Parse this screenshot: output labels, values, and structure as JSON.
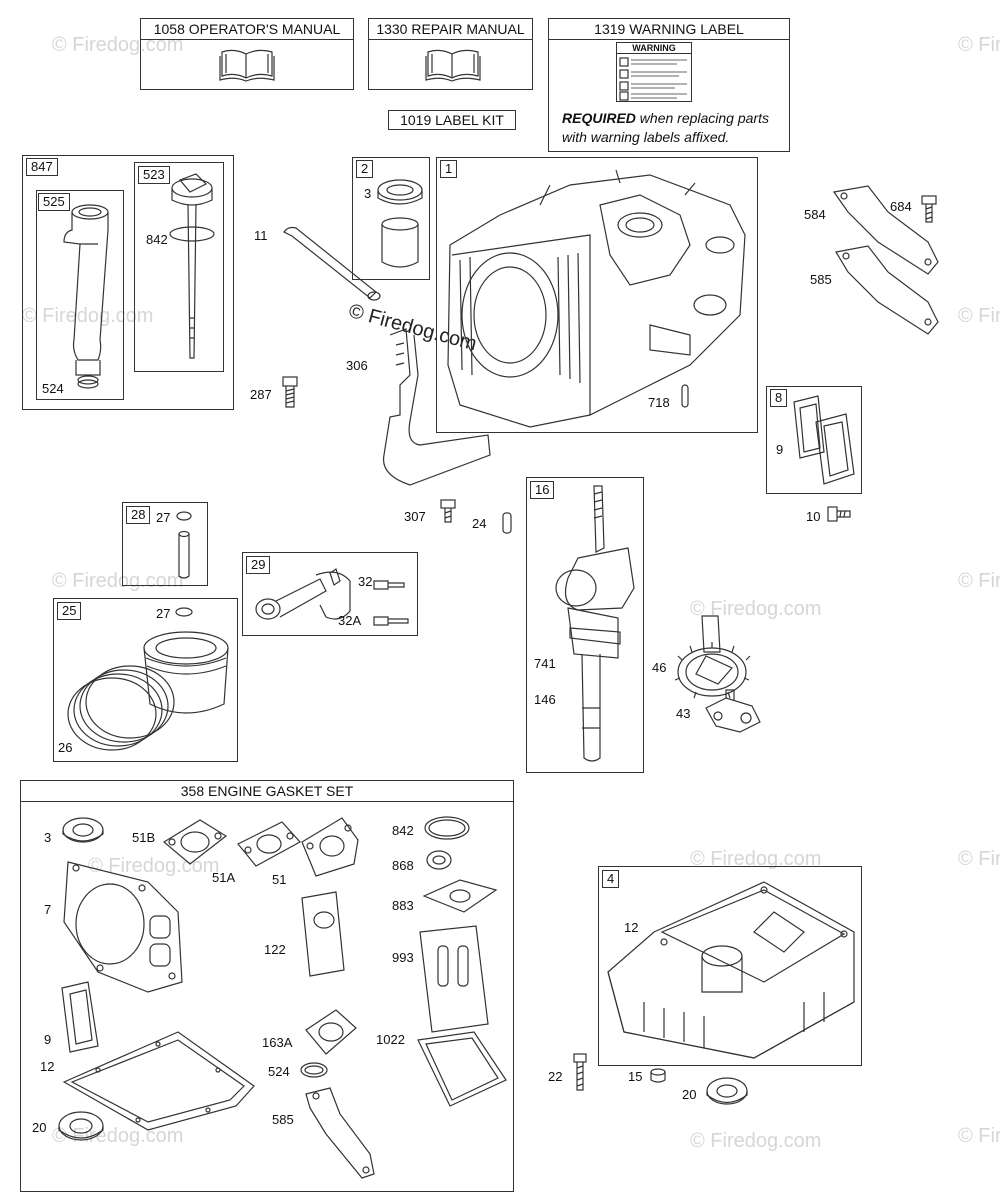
{
  "manuals": {
    "operators": "1058 OPERATOR'S MANUAL",
    "repair": "1330 REPAIR MANUAL",
    "label_kit": "1019 LABEL KIT",
    "warning": "1319 WARNING LABEL",
    "warning_sticker": "WARNING",
    "required_bold": "REQUIRED",
    "required_rest": " when replacing parts",
    "required_line2": "with warning labels affixed."
  },
  "gasket_set": {
    "title": "358 ENGINE GASKET SET"
  },
  "watermark": "© Firedog.com",
  "tags": {
    "t847": "847",
    "t525": "525",
    "t523": "523",
    "t2": "2",
    "t1": "1",
    "t8": "8",
    "t28": "28",
    "t29": "29",
    "t25": "25",
    "t16": "16",
    "t4": "4"
  },
  "callouts": {
    "c842a": "842",
    "c524a": "524",
    "c3a": "3",
    "c11": "11",
    "c306": "306",
    "c287": "287",
    "c718": "718",
    "c584": "584",
    "c684": "684",
    "c585a": "585",
    "c9a": "9",
    "c10": "10",
    "c307": "307",
    "c24": "24",
    "c27a": "27",
    "c27b": "27",
    "c32": "32",
    "c32a": "32A",
    "c26": "26",
    "c741": "741",
    "c146": "146",
    "c46": "46",
    "c43": "43",
    "c3b": "3",
    "c51b": "51B",
    "c51a": "51A",
    "c51": "51",
    "c7": "7",
    "c122": "122",
    "c9b": "9",
    "c12a": "12",
    "c20a": "20",
    "c842b": "842",
    "c868": "868",
    "c883": "883",
    "c993": "993",
    "c163a": "163A",
    "c1022": "1022",
    "c524b": "524",
    "c585b": "585",
    "c12b": "12",
    "c22": "22",
    "c15": "15",
    "c20b": "20"
  }
}
